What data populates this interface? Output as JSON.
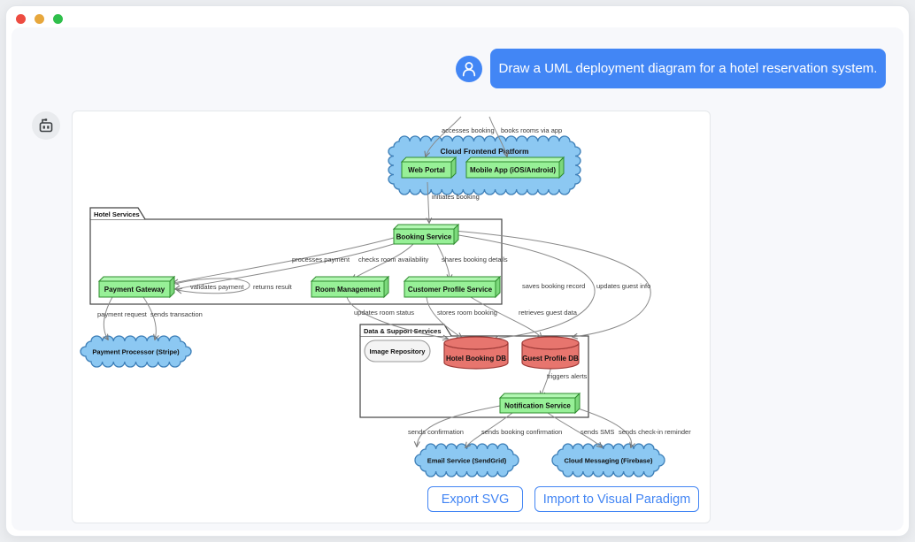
{
  "window": {
    "controls": [
      {
        "name": "close",
        "color": "#ed4c41"
      },
      {
        "name": "minimize",
        "color": "#e7a73c"
      },
      {
        "name": "maximize",
        "color": "#2fbf4b"
      }
    ]
  },
  "chat": {
    "user_message": "Draw a UML deployment diagram for a hotel reservation system.",
    "avatar_icon": "user-icon",
    "bot_icon": "robot-icon"
  },
  "actions": {
    "export_svg": "Export SVG",
    "import_vp": "Import to Visual Paradigm"
  },
  "colors": {
    "accent_blue": "#4285f4",
    "bubble_blue": "#4286f5",
    "node_green_front": "#97f097",
    "node_green_top": "#b2f7b2",
    "node_green_side": "#7cd87c",
    "node_green_stroke": "#2e8b2e",
    "cloud_blue_fill": "#8cc8f2",
    "cloud_blue_stroke": "#3d7fb8",
    "db_red_fill": "#e7756e",
    "db_red_stroke": "#9e3a37",
    "stadium_fill": "#f4f4f4",
    "stadium_stroke": "#9a9a9a",
    "package_stroke": "#444444",
    "edge_stroke": "#8a8a8a"
  },
  "diagram": {
    "nodes": {
      "cloud_frontend": {
        "label": "Cloud Frontend Platform",
        "type": "cloud-group"
      },
      "web_portal": {
        "label": "Web Portal",
        "type": "node3d"
      },
      "mobile_app": {
        "label": "Mobile App (iOS/Android)",
        "type": "node3d"
      },
      "hotel_services_pkg": {
        "label": "Hotel Services",
        "type": "package"
      },
      "booking_service": {
        "label": "Booking Service",
        "type": "node3d"
      },
      "payment_gateway": {
        "label": "Payment Gateway",
        "type": "node3d"
      },
      "room_management": {
        "label": "Room Management",
        "type": "node3d"
      },
      "customer_profile": {
        "label": "Customer Profile Service",
        "type": "node3d"
      },
      "payment_processor": {
        "label": "Payment Processor (Stripe)",
        "type": "cloud"
      },
      "data_support_pkg": {
        "label": "Data & Support Services",
        "type": "package"
      },
      "image_repository": {
        "label": "Image Repository",
        "type": "stadium"
      },
      "hotel_booking_db": {
        "label": "Hotel Booking DB",
        "type": "database"
      },
      "guest_profile_db": {
        "label": "Guest Profile DB",
        "type": "database"
      },
      "notification_service": {
        "label": "Notification Service",
        "type": "node3d"
      },
      "email_service": {
        "label": "Email Service (SendGrid)",
        "type": "cloud"
      },
      "cloud_messaging": {
        "label": "Cloud Messaging (Firebase)",
        "type": "cloud"
      }
    },
    "edges": {
      "accesses_booking": {
        "label": "accesses booking"
      },
      "books_rooms": {
        "label": "books rooms via app"
      },
      "initiates_booking": {
        "label": "initiates booking"
      },
      "processes_payment": {
        "label": "processes payment"
      },
      "checks_room": {
        "label": "checks room availability"
      },
      "shares_details": {
        "label": "shares booking details"
      },
      "validates_payment": {
        "label": "validates payment"
      },
      "returns_result": {
        "label": "returns result"
      },
      "payment_request": {
        "label": "payment request"
      },
      "sends_transaction": {
        "label": "sends transaction"
      },
      "updates_room_status": {
        "label": "updates room status"
      },
      "stores_room_booking": {
        "label": "stores room booking"
      },
      "retrieves_guest_data": {
        "label": "retrieves guest data"
      },
      "saves_booking_record": {
        "label": "saves booking record"
      },
      "updates_guest_info": {
        "label": "updates guest info"
      },
      "triggers_alerts": {
        "label": "triggers alerts"
      },
      "sends_confirmation": {
        "label": "sends confirmation"
      },
      "sends_booking_confirmation": {
        "label": "sends booking confirmation"
      },
      "sends_sms": {
        "label": "sends SMS"
      },
      "sends_checkin_reminder": {
        "label": "sends check-in reminder"
      }
    }
  }
}
